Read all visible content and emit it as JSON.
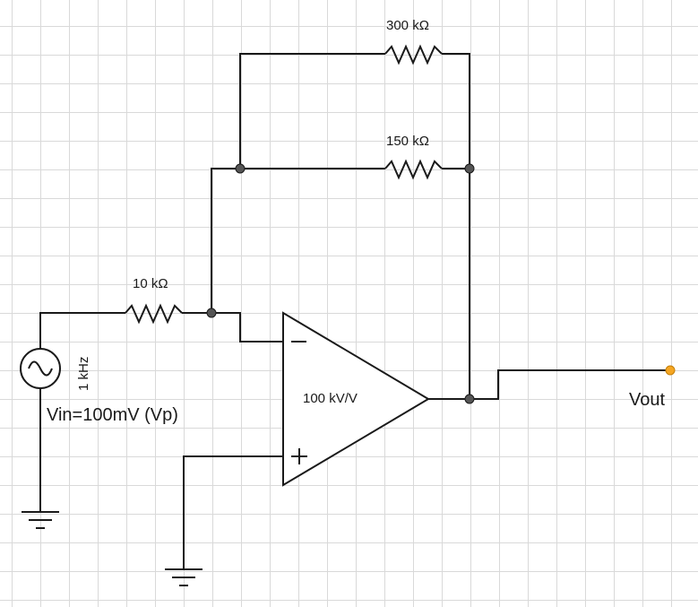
{
  "circuit": {
    "resistor_top": "300 kΩ",
    "resistor_mid": "150 kΩ",
    "resistor_in": "10 kΩ",
    "source_freq": "1 kHz",
    "source_amplitude": "Vin=100mV (Vp)",
    "opamp_gain": "100 kV/V",
    "output_label": "Vout"
  },
  "colors": {
    "wire": "#1a1a1a",
    "node": "#555555",
    "output_terminal": "#f5a623",
    "grid": "#d9d9d9"
  }
}
